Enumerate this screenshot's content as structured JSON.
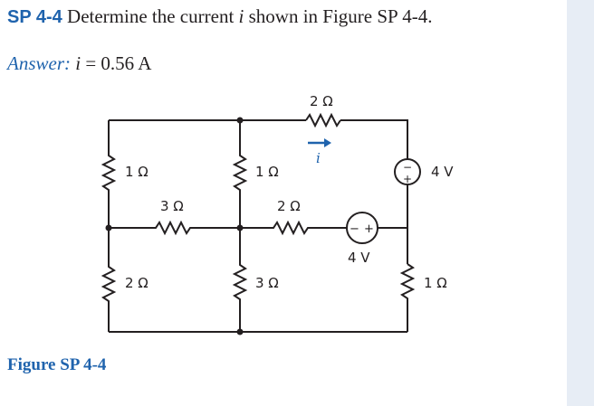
{
  "problem": {
    "number": "SP 4-4",
    "text": "Determine the current ",
    "variable": "i",
    "text_end": " shown in Figure SP 4-4."
  },
  "answer": {
    "label": "Answer:",
    "variable": "i",
    "equals": " = 0.56 A"
  },
  "figure_label": "Figure SP 4-4",
  "circuit": {
    "r_top": "2 Ω",
    "current_label": "i",
    "r_left_top": "1 Ω",
    "r_mid_top": "1 Ω",
    "r_left_horiz": "3 Ω",
    "r_mid_horiz": "2 Ω",
    "source_right_top": "4 V",
    "source_mid": "4 V",
    "r_left_bottom": "2 Ω",
    "r_mid_bottom": "3 Ω",
    "r_right_bottom": "1 Ω",
    "plus": "+",
    "minus": "−"
  },
  "colors": {
    "accent": "#1f63ad",
    "text": "#231f20",
    "sidebar": "#e7edf5"
  }
}
